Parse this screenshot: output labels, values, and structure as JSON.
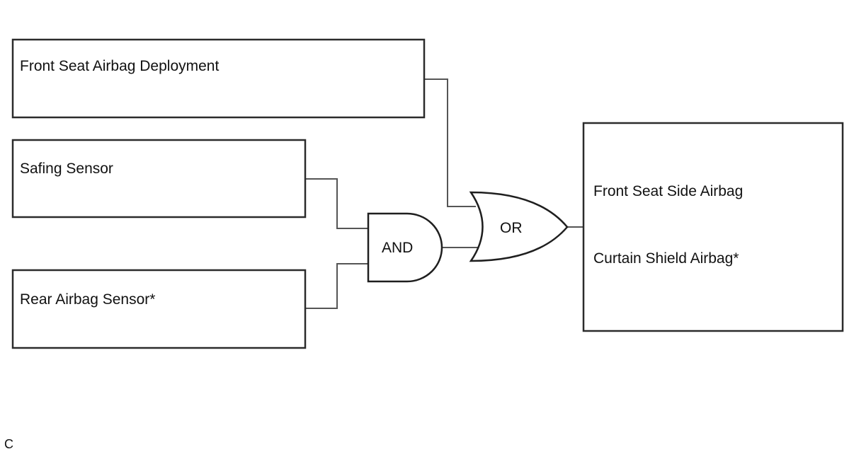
{
  "inputs": {
    "front_seat_airbag_deployment": "Front Seat Airbag Deployment",
    "safing_sensor": "Safing Sensor",
    "rear_airbag_sensor": "Rear Airbag Sensor*"
  },
  "gates": {
    "and": "AND",
    "or": "OR"
  },
  "outputs": {
    "front_seat_side_airbag": "Front Seat Side Airbag",
    "curtain_shield_airbag": "Curtain Shield Airbag*"
  },
  "corner_label": "C"
}
